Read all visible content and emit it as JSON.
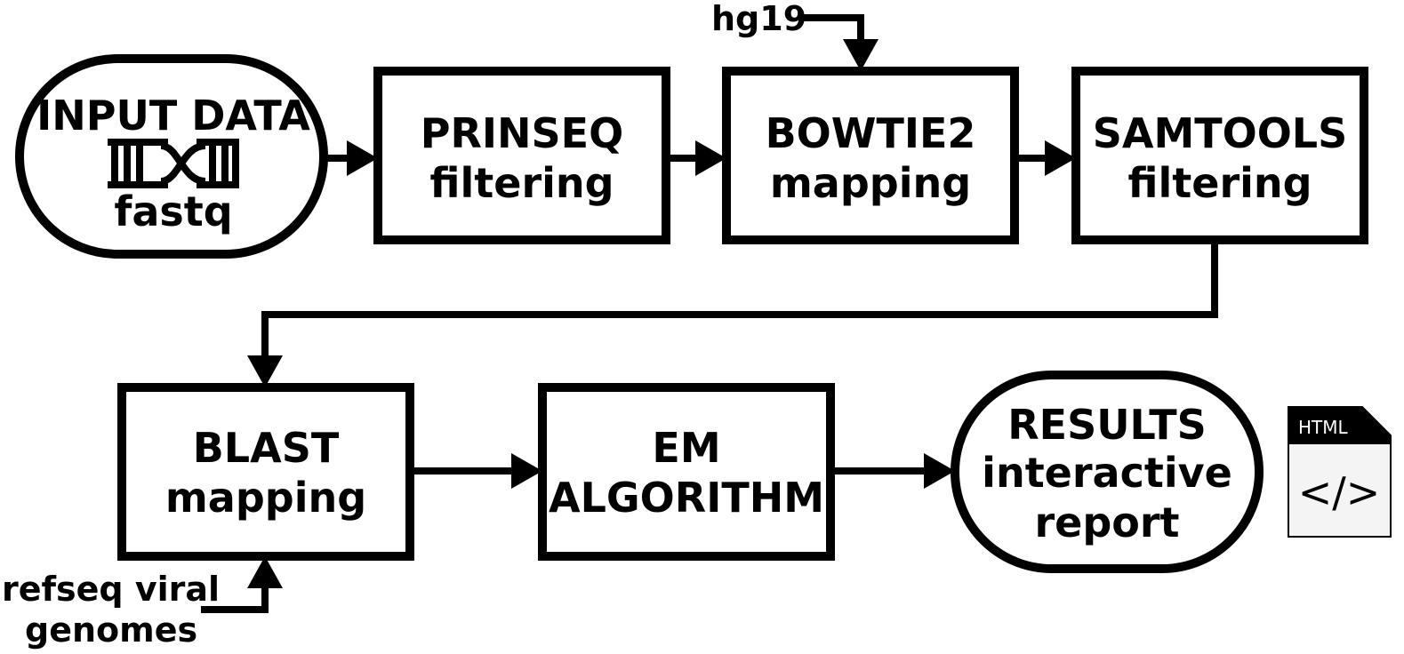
{
  "nodes": {
    "input": {
      "line1": "INPUT DATA",
      "line2": "fastq"
    },
    "prinseq": {
      "line1": "PRINSEQ",
      "line2": "filtering"
    },
    "bowtie2": {
      "line1": "BOWTIE2",
      "line2": "mapping"
    },
    "samtools": {
      "line1": "SAMTOOLS",
      "line2": "filtering"
    },
    "blast": {
      "line1": "BLAST",
      "line2": "mapping"
    },
    "em": {
      "line1": "EM",
      "line2": "ALGORITHM"
    },
    "results": {
      "line1": "RESULTS",
      "line2": "interactive",
      "line3": "report"
    }
  },
  "external_inputs": {
    "hg19": "hg19",
    "refseq_line1": "refseq viral",
    "refseq_line2": "genomes"
  },
  "html_icon": {
    "tag": "HTML",
    "code": "</>"
  },
  "icons": [
    "dna-icon",
    "html-file-icon"
  ],
  "colors": {
    "stroke": "#000000",
    "fill": "#ffffff"
  }
}
